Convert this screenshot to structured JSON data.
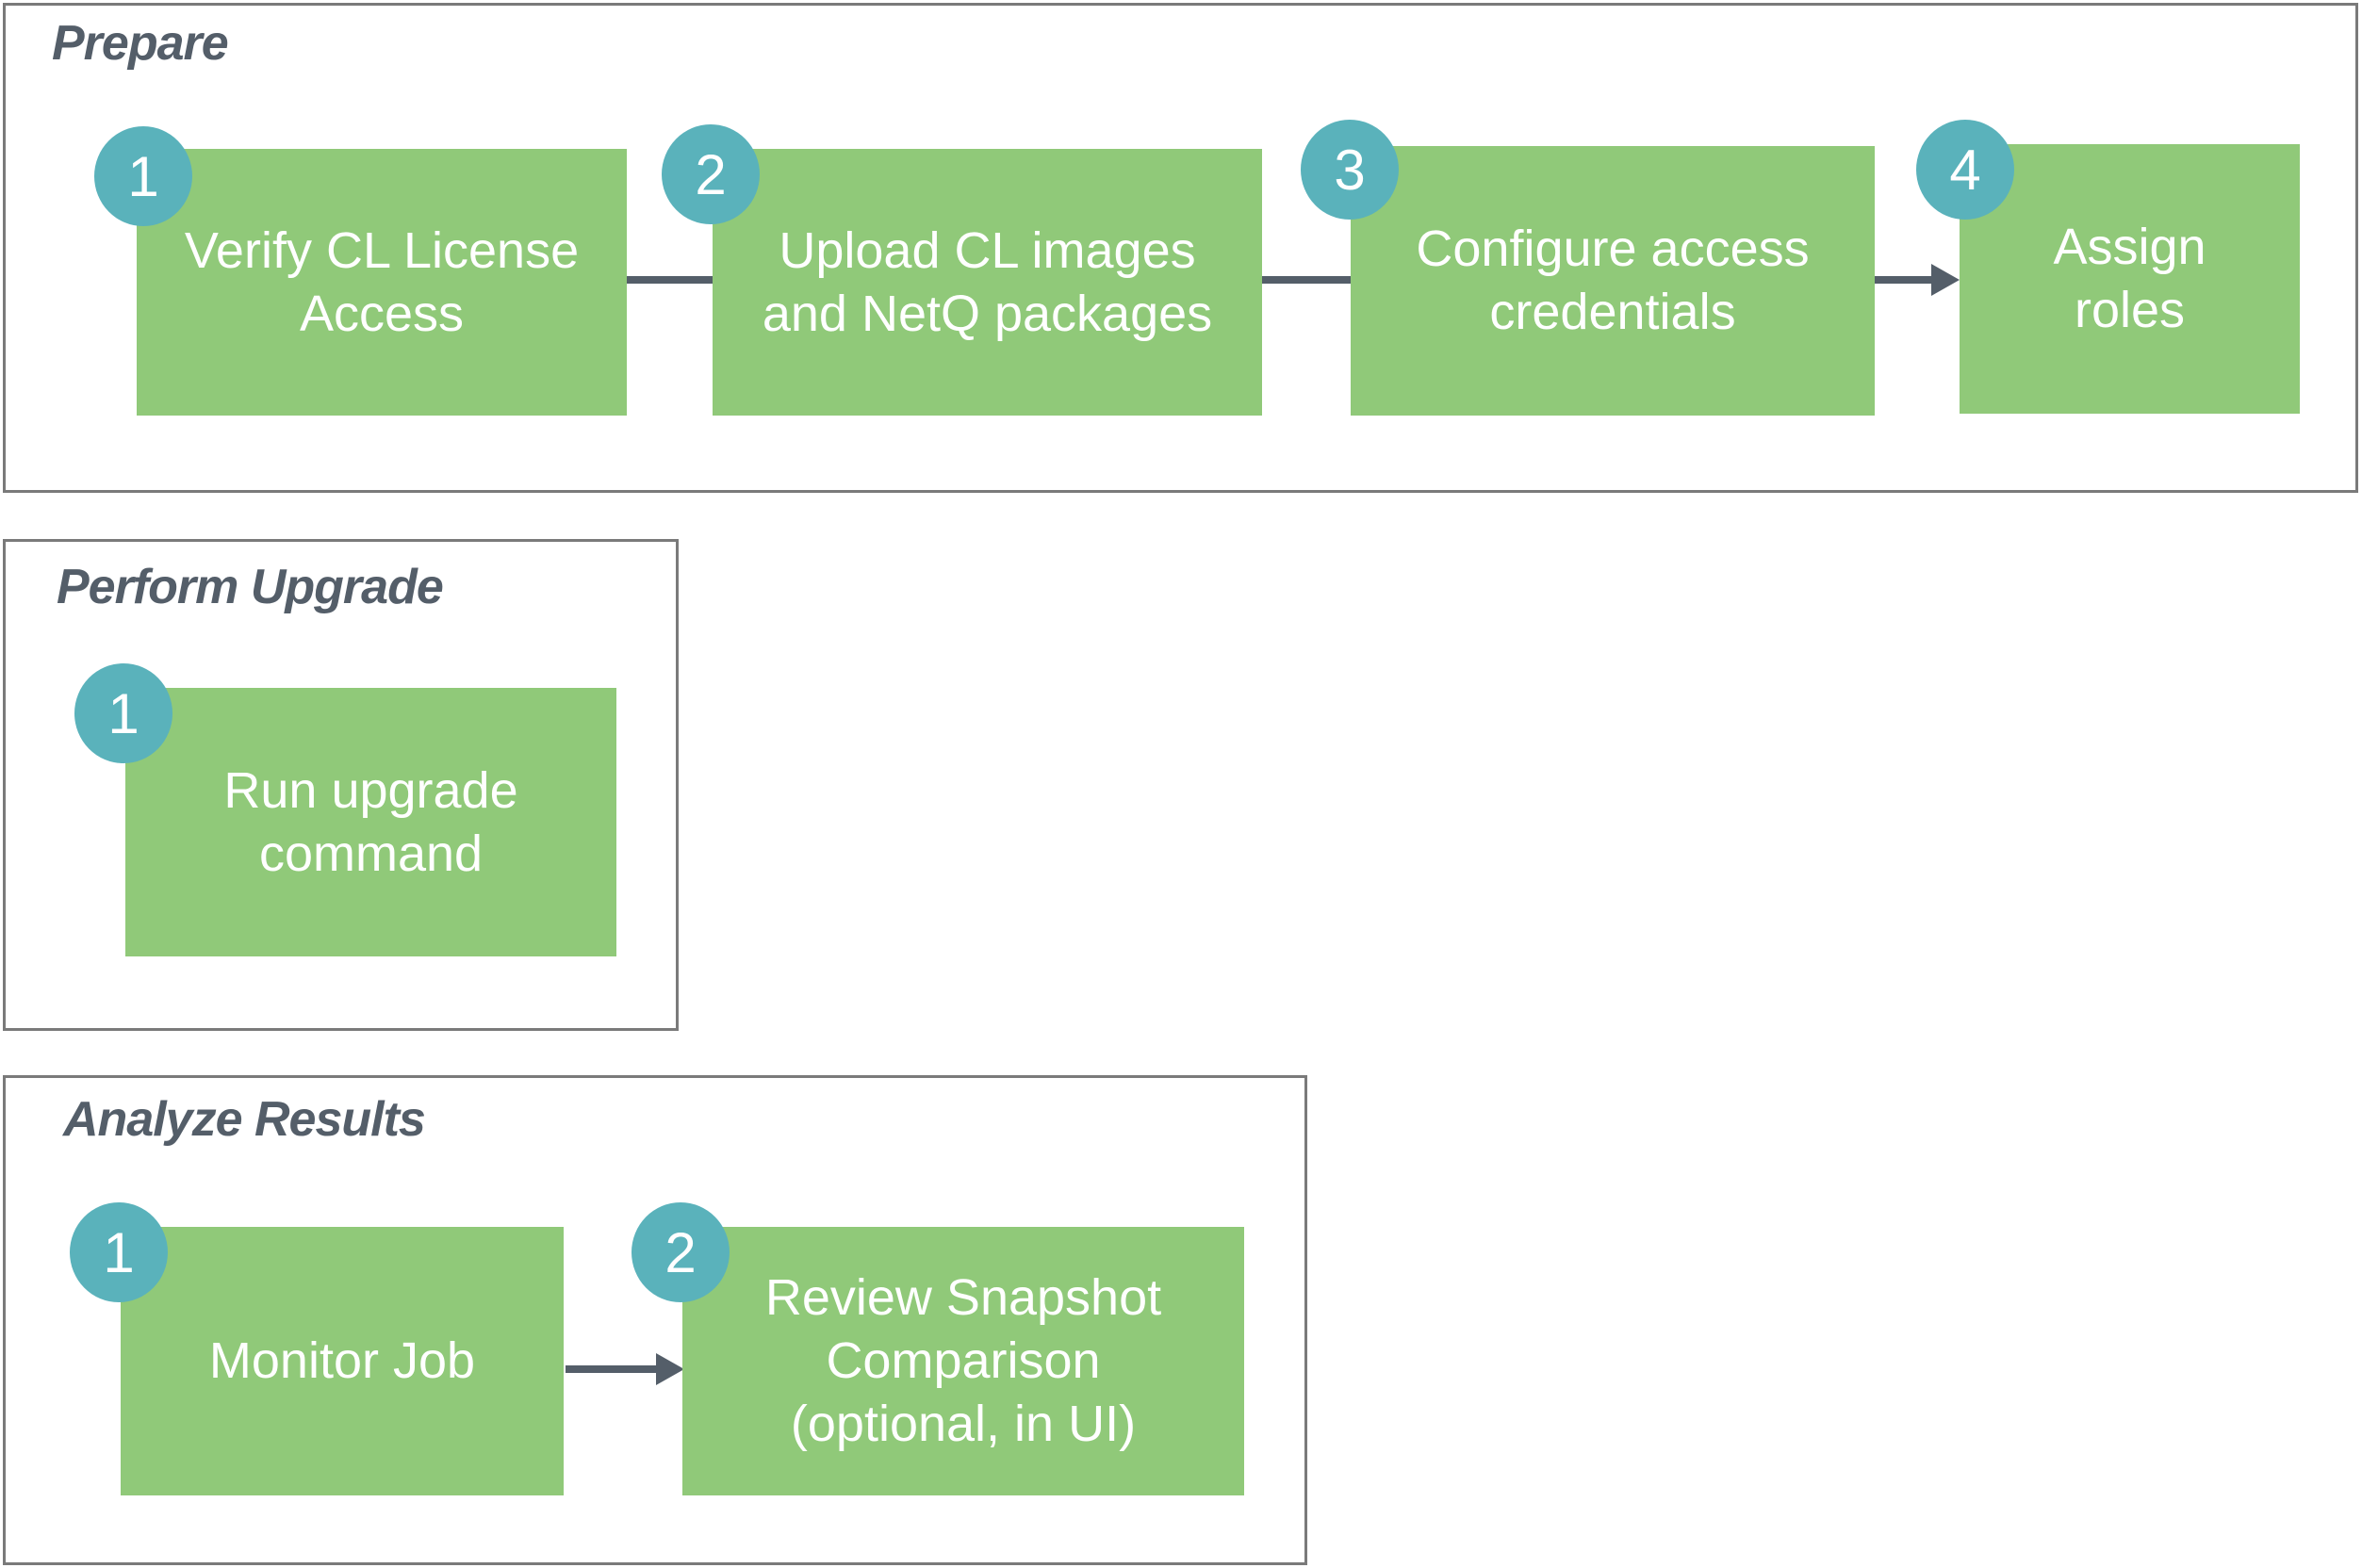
{
  "colors": {
    "step_fill": "#90c979",
    "badge_fill": "#5ab2bb",
    "text_dark": "#545e69",
    "border": "#7a7a7a"
  },
  "sections": [
    {
      "title": "Prepare",
      "steps": [
        {
          "number": "1",
          "lines": [
            "Verify CL License",
            "Access"
          ]
        },
        {
          "number": "2",
          "lines": [
            "Upload CL images",
            "and NetQ packages"
          ]
        },
        {
          "number": "3",
          "lines": [
            "Configure access",
            "credentials"
          ]
        },
        {
          "number": "4",
          "lines": [
            "Assign",
            "roles"
          ]
        }
      ]
    },
    {
      "title": "Perform Upgrade",
      "steps": [
        {
          "number": "1",
          "lines": [
            "Run upgrade",
            "command"
          ]
        }
      ]
    },
    {
      "title": "Analyze Results",
      "steps": [
        {
          "number": "1",
          "lines": [
            "Monitor Job"
          ]
        },
        {
          "number": "2",
          "lines": [
            "Review Snapshot",
            "Comparison",
            "(optional, in UI)"
          ]
        }
      ]
    }
  ]
}
